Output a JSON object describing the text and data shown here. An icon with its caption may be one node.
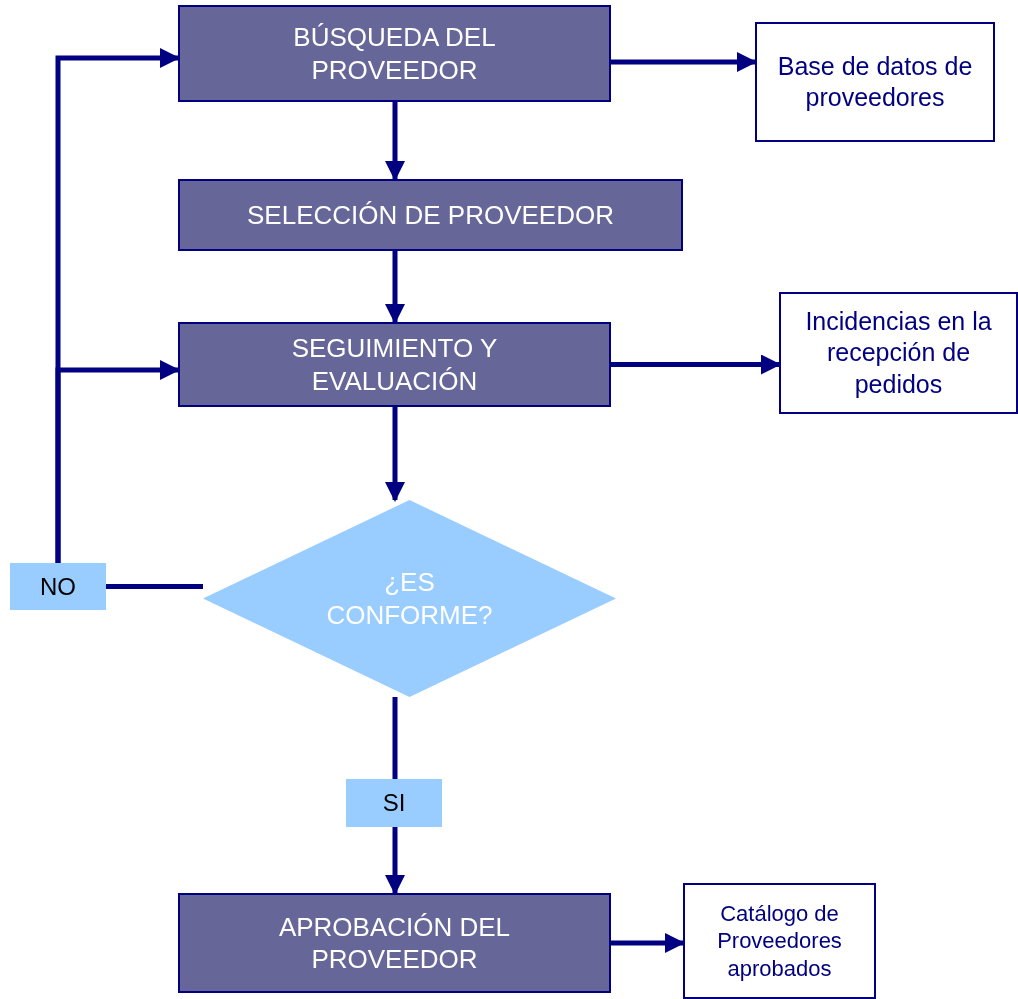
{
  "diagram": {
    "nodes": [
      {
        "text": [
          "BÚSQUEDA DEL PROVEEDOR"
        ]
      },
      {
        "text": [
          "Base de datos de proveedores"
        ]
      },
      {
        "text": [
          "SELECCIÓN DE PROVEEDOR"
        ]
      },
      {
        "text": [
          "SEGUIMIENTO Y EVALUACIÓN"
        ]
      },
      {
        "text": [
          "Incidencias en la recepción de pedidos"
        ]
      },
      {
        "text": [
          "¿ES CONFORME?"
        ]
      },
      {
        "text": [
          "NO"
        ]
      },
      {
        "text": [
          "SI"
        ]
      },
      {
        "text": [
          "APROBACIÓN DEL PROVEEDOR"
        ]
      },
      {
        "text": [
          "Catálogo de Proveedores aprobados"
        ]
      }
    ],
    "edges": [
      {
        "from": 0,
        "to": 1,
        "arrow": "to"
      },
      {
        "from": 0,
        "to": 2,
        "arrow": "to"
      },
      {
        "from": 2,
        "to": 3,
        "arrow": "to"
      },
      {
        "from": 3,
        "to": 4,
        "arrow": "to"
      },
      {
        "from": 3,
        "to": 5,
        "arrow": "to"
      },
      {
        "from": 5,
        "to": 6,
        "arrow": "none"
      },
      {
        "from": 6,
        "to": 0,
        "arrow": "to"
      },
      {
        "from": 6,
        "to": 3,
        "arrow": "to"
      },
      {
        "from": 5,
        "to": 7,
        "arrow": "none"
      },
      {
        "from": 7,
        "to": 8,
        "arrow": "to"
      },
      {
        "from": 8,
        "to": 9,
        "arrow": "to"
      }
    ]
  }
}
